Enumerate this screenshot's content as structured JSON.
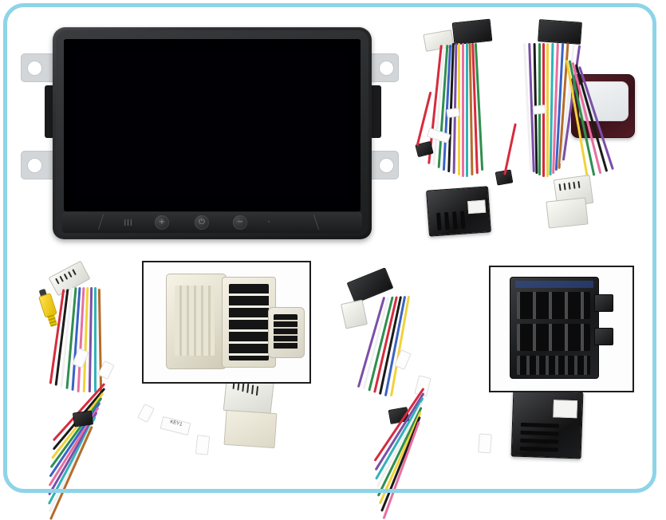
{
  "page": {
    "kind": "product-photo-composite",
    "subject": "Car head unit with wiring harness kit",
    "background_color": "#ffffff",
    "frame_color": "#8ed4e8"
  },
  "head_unit": {
    "name": "car-head-unit",
    "bezel_color": "#26272a",
    "screen_color": "#000005",
    "bracket_color": "#d3d6d8",
    "buttons": [
      {
        "name": "menu-button",
        "glyph": "|||"
      },
      {
        "name": "volume-up-button",
        "glyph": "+"
      },
      {
        "name": "power-button",
        "glyph": "⏻"
      },
      {
        "name": "volume-down-button",
        "glyph": "−"
      },
      {
        "name": "indicator-dot",
        "glyph": "·"
      }
    ]
  },
  "accessory": {
    "name": "gps-antenna-module",
    "body_color": "#3a1119",
    "face_color": "#e8ebed"
  },
  "harnesses": [
    {
      "name": "main-power-harness-top-right",
      "connectors": [
        "black-20pin",
        "white-6pin",
        "white-8pin",
        "black-module"
      ],
      "wire_colors": [
        "#d62b3f",
        "#f2d23a",
        "#2f8f4e",
        "#3a63c4",
        "#7b4fa8",
        "#f0f0f0",
        "#1b1b1b",
        "#b56c2a",
        "#e86fa0",
        "#30b3b8"
      ]
    },
    {
      "name": "canbus-harness-bottom-left",
      "label_tag": "KEY1",
      "connectors": [
        "yellow-rca-video",
        "white-6pin",
        "white-12pin",
        "black-2pin"
      ],
      "wire_colors": [
        "#d62b3f",
        "#f2d23a",
        "#2f8f4e",
        "#3a63c4",
        "#7b4fa8",
        "#f0f0f0",
        "#1b1b1b",
        "#b56c2a",
        "#e86fa0",
        "#30b3b8"
      ]
    },
    {
      "name": "iso-adapter-harness-bottom-right",
      "connectors": [
        "black-iso-plug",
        "white-connector",
        "canbus-decoder-module"
      ],
      "wire_colors": [
        "#d62b3f",
        "#2f8f4e",
        "#3a63c4",
        "#7b4fa8",
        "#f0f0f0",
        "#1b1b1b",
        "#f2d23a",
        "#30b3b8",
        "#e86fa0"
      ]
    }
  ],
  "insets": [
    {
      "name": "inset-vehicle-connectors",
      "caption": "",
      "contents": [
        "cream-multi-pin-connector",
        "black-multi-pin-connector",
        "small-black-connector"
      ]
    },
    {
      "name": "inset-iso-quadlock-connector",
      "caption": "",
      "contents": [
        "black-iso-quadlock-connector"
      ]
    }
  ]
}
